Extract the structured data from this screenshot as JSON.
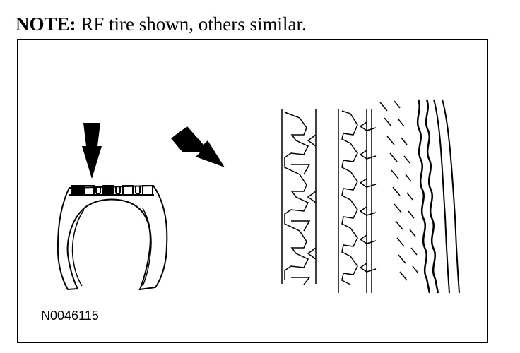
{
  "note": {
    "label": "NOTE:",
    "text": "RF tire shown, others similar."
  },
  "figure": {
    "id": "N0046115",
    "icons": {
      "tire": "tire-cross-section-icon",
      "arrow_down": "arrow-down-icon",
      "arrow_diagonal": "arrow-diagonal-icon",
      "tread_worn": "worn-tread-icon",
      "tread_detail": "tread-detail-icon"
    }
  }
}
